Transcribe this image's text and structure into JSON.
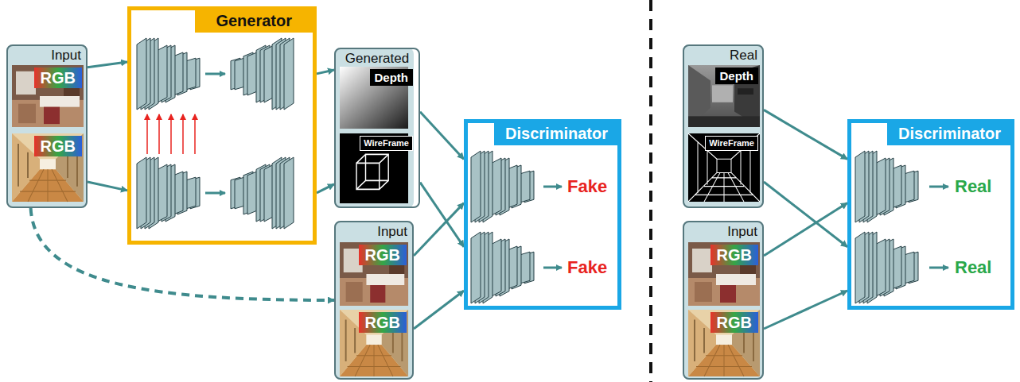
{
  "diagram": {
    "nodes": [
      {
        "text": [
          "Input"
        ]
      },
      {
        "text": [
          "RGB"
        ],
        "in": 0
      },
      {
        "text": [
          "RGB"
        ],
        "in": 0
      },
      {
        "text": [
          "Generator"
        ]
      },
      {
        "text": [
          "Generated"
        ]
      },
      {
        "text": [
          "Depth"
        ],
        "in": 4
      },
      {
        "text": [
          "WireFrame"
        ],
        "in": 4
      },
      {
        "text": [
          "Input"
        ]
      },
      {
        "text": [
          "RGB"
        ],
        "in": 7
      },
      {
        "text": [
          "RGB"
        ],
        "in": 7
      },
      {
        "text": [
          "Discriminator",
          "Fake",
          "Fake"
        ]
      },
      {
        "text": [
          "Real"
        ]
      },
      {
        "text": [
          "Depth"
        ],
        "in": 11
      },
      {
        "text": [
          "WireFrame"
        ],
        "in": 11
      },
      {
        "text": [
          "Input"
        ]
      },
      {
        "text": [
          "RGB"
        ],
        "in": 14
      },
      {
        "text": [
          "RGB"
        ],
        "in": 14
      },
      {
        "text": [
          "Discriminator",
          "Real",
          "Real"
        ]
      }
    ],
    "edges": [
      {
        "from": 0,
        "to": 3,
        "arrow": "to"
      },
      {
        "from": 0,
        "to": 3,
        "arrow": "to"
      },
      {
        "from": 3,
        "to": 4,
        "arrow": "to"
      },
      {
        "from": 3,
        "to": 4,
        "arrow": "to"
      },
      {
        "from": 0,
        "to": 7,
        "arrow": "to"
      },
      {
        "from": 4,
        "to": 10,
        "arrow": "to"
      },
      {
        "from": 4,
        "to": 10,
        "arrow": "to"
      },
      {
        "from": 7,
        "to": 10,
        "arrow": "to"
      },
      {
        "from": 7,
        "to": 10,
        "arrow": "to"
      },
      {
        "from": 11,
        "to": 17,
        "arrow": "to"
      },
      {
        "from": 11,
        "to": 17,
        "arrow": "to"
      },
      {
        "from": 14,
        "to": 17,
        "arrow": "to"
      },
      {
        "from": 14,
        "to": 17,
        "arrow": "to"
      }
    ]
  }
}
